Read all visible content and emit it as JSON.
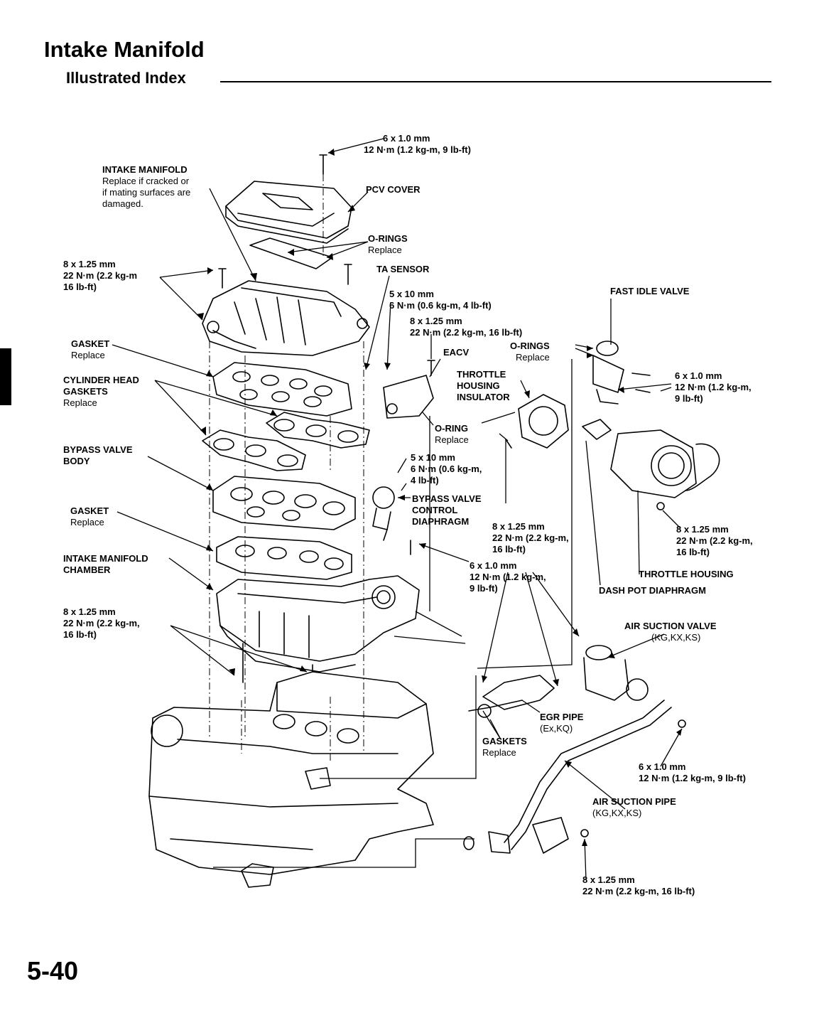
{
  "header": {
    "title": "Intake Manifold",
    "subtitle": "Illustrated Index"
  },
  "page_number": "5-40",
  "labels": {
    "intake_manifold": {
      "name": "INTAKE MANIFOLD",
      "lines": [
        "Replace if cracked or",
        "if mating surfaces are",
        "damaged."
      ]
    },
    "pcv_cover": {
      "name": "PCV COVER"
    },
    "o_rings_top": {
      "name": "O-RINGS",
      "note": "Replace"
    },
    "ta_sensor": {
      "name": "TA SENSOR"
    },
    "fast_idle_valve": {
      "name": "FAST IDLE VALVE"
    },
    "eacv": {
      "name": "EACV"
    },
    "o_rings_right": {
      "name": "O-RINGS",
      "note": "Replace"
    },
    "throttle_housing_insulator": {
      "lines": [
        "THROTTLE",
        "HOUSING",
        "INSULATOR"
      ]
    },
    "gasket_upper": {
      "name": "GASKET",
      "note": "Replace"
    },
    "cylinder_head_gaskets": {
      "lines": [
        "CYLINDER HEAD",
        "GASKETS"
      ],
      "note": "Replace"
    },
    "o_ring": {
      "name": "O-RING",
      "note": "Replace"
    },
    "bypass_valve_body": {
      "lines": [
        "BYPASS VALVE",
        "BODY"
      ]
    },
    "bypass_valve_control_diaphragm": {
      "lines": [
        "BYPASS VALVE",
        "CONTROL",
        "DIAPHRAGM"
      ]
    },
    "gasket_lower": {
      "name": "GASKET",
      "note": "Replace"
    },
    "intake_manifold_chamber": {
      "lines": [
        "INTAKE MANIFOLD",
        "CHAMBER"
      ]
    },
    "throttle_housing": {
      "name": "THROTTLE HOUSING"
    },
    "dash_pot_diaphragm": {
      "name": "DASH POT DIAPHRAGM"
    },
    "air_suction_valve": {
      "name": "AIR SUCTION VALVE",
      "sub": "(KG,KX,KS)"
    },
    "egr_pipe": {
      "name": "EGR PIPE",
      "sub": "(Ex,KQ)"
    },
    "gaskets": {
      "name": "GASKETS",
      "note": "Replace"
    },
    "air_suction_pipe": {
      "name": "AIR SUCTION PIPE",
      "sub": "(KG,KX,KS)"
    }
  },
  "specs": {
    "top_bolt": [
      "6 x 1.0 mm",
      "12 N·m (1.2 kg-m, 9 lb-ft)"
    ],
    "left_bolt_upper": [
      "8 x 1.25 mm",
      "22 N·m (2.2 kg-m",
      "16 lb-ft)"
    ],
    "ta_sensor_bolt": [
      "5 x 10 mm",
      "6 N·m (0.6 kg-m, 4 lb-ft)"
    ],
    "eacv_bolt": [
      "8 x 1.25 mm",
      "22 N·m (2.2 kg-m, 16 lb-ft)"
    ],
    "fast_idle_bolt": [
      "6 x 1.0 mm",
      "12 N·m (1.2 kg-m,",
      "9 lb-ft)"
    ],
    "bypass_bolt": [
      "5 x 10 mm",
      "6 N·m (0.6 kg-m,",
      "4 lb-ft)"
    ],
    "insulator_bolt": [
      "8 x 1.25 mm",
      "22 N·m (2.2 kg-m,",
      "16 lb-ft)"
    ],
    "throttle_nut": [
      "8 x 1.25 mm",
      "22 N·m (2.2 kg-m,",
      "16 lb-ft)"
    ],
    "egr_bolt": [
      "6 x 1.0 mm",
      "12 N·m (1.2 kg-m,",
      "9 lb-ft)"
    ],
    "left_bolt_lower": [
      "8 x 1.25 mm",
      "22 N·m (2.2 kg-m,",
      "16 lb-ft)"
    ],
    "air_pipe_bolt": [
      "6 x 1.0 mm",
      "12 N·m (1.2 kg-m, 9 lb-ft)"
    ],
    "bottom_bolt": [
      "8 x 1.25 mm",
      "22 N·m (2.2 kg-m, 16 lb-ft)"
    ]
  }
}
